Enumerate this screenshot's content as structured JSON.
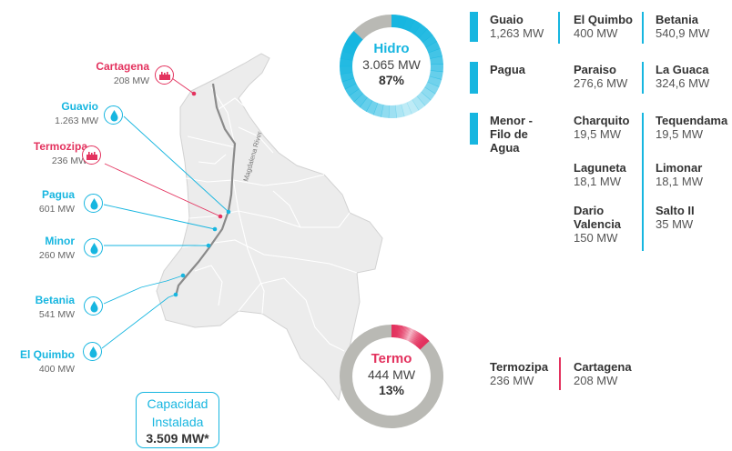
{
  "map": {
    "river_label": "Magdalena River",
    "plants": [
      {
        "id": "cartagena",
        "name": "Cartagena",
        "mw": "208 MW",
        "kind": "thermo",
        "icon": "factory-icon"
      },
      {
        "id": "guavio",
        "name": "Guavio",
        "mw": "1.263 MW",
        "kind": "hydro",
        "icon": "water-drop-icon"
      },
      {
        "id": "termozipa",
        "name": "Termozipa",
        "mw": "236 MW",
        "kind": "thermo",
        "icon": "factory-icon"
      },
      {
        "id": "pagua",
        "name": "Pagua",
        "mw": "601 MW",
        "kind": "hydro",
        "icon": "water-drop-icon"
      },
      {
        "id": "minor",
        "name": "Minor",
        "mw": "260 MW",
        "kind": "hydro",
        "icon": "water-drop-icon"
      },
      {
        "id": "betania",
        "name": "Betania",
        "mw": "541 MW",
        "kind": "hydro",
        "icon": "water-drop-icon"
      },
      {
        "id": "elquimbo",
        "name": "El Quimbo",
        "mw": "400 MW",
        "kind": "hydro",
        "icon": "water-drop-icon"
      }
    ]
  },
  "capacity": {
    "title_line1": "Capacidad",
    "title_line2": "Instalada",
    "value": "3.509 MW*"
  },
  "hydro": {
    "title": "Hidro",
    "mw": "3.065 MW",
    "percent_label": "87%",
    "share": 0.87,
    "plants": {
      "guaio": {
        "name": "Guaio",
        "mw": "1,263 MW"
      },
      "el_quimbo": {
        "name": "El Quimbo",
        "mw": "400 MW"
      },
      "betania": {
        "name": "Betania",
        "mw": "540,9 MW"
      },
      "pagua": {
        "name": "Pagua"
      },
      "paraiso": {
        "name": "Paraiso",
        "mw": "276,6 MW"
      },
      "la_guaca": {
        "name": "La Guaca",
        "mw": "324,6 MW"
      },
      "menor": {
        "name_line1": "Menor -",
        "name_line2": "Filo de",
        "name_line3": "Agua"
      },
      "charquito": {
        "name": "Charquito",
        "mw": "19,5 MW"
      },
      "tequendama": {
        "name": "Tequendama",
        "mw": "19,5 MW"
      },
      "laguneta": {
        "name": "Laguneta",
        "mw": "18,1 MW"
      },
      "limonar": {
        "name": "Limonar",
        "mw": "18,1 MW"
      },
      "dario_valencia": {
        "name_line1": "Dario",
        "name_line2": "Valencia",
        "mw": "150 MW"
      },
      "salto_ii": {
        "name": "Salto II",
        "mw": "35 MW"
      }
    }
  },
  "thermo": {
    "title": "Termo",
    "mw": "444 MW",
    "percent_label": "13%",
    "share": 0.13,
    "plants": {
      "termozipa": {
        "name": "Termozipa",
        "mw": "236 MW"
      },
      "cartagena": {
        "name": "Cartagena",
        "mw": "208 MW"
      }
    }
  },
  "colors": {
    "hydro": "#17b6e0",
    "thermo": "#e3325e",
    "ring_gray": "#b9b9b4",
    "map_fill": "#ececec",
    "river": "#8a8a8a"
  }
}
